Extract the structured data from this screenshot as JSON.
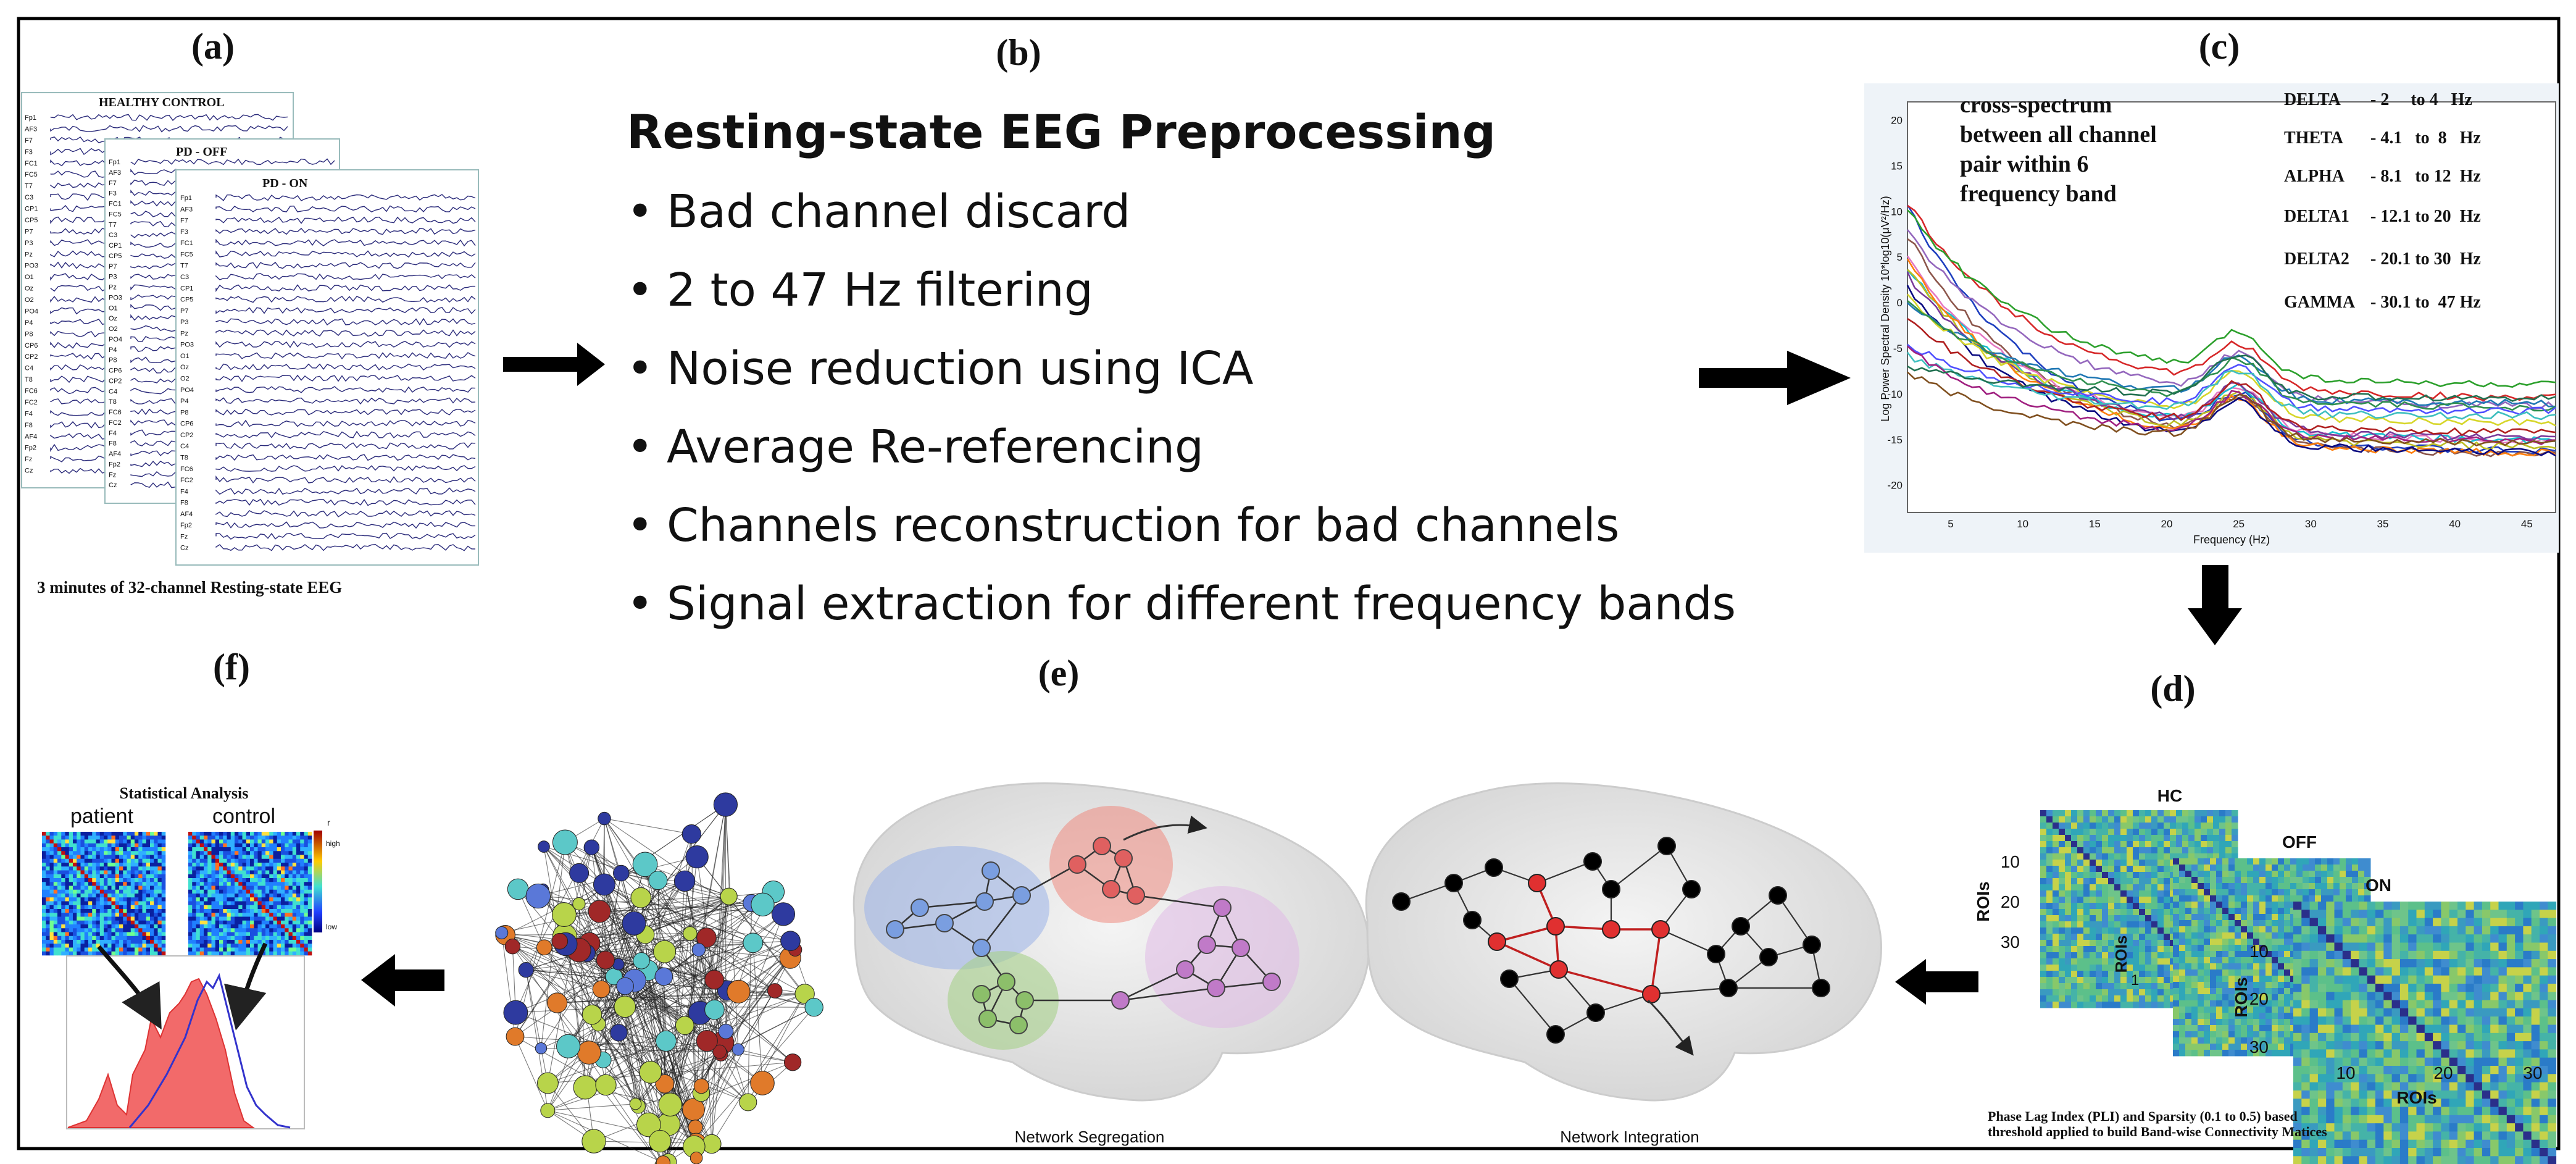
{
  "panel_labels": {
    "a": "(a)",
    "b": "(b)",
    "c": "(c)",
    "d": "(d)",
    "e": "(e)",
    "f": "(f)"
  },
  "panel_a": {
    "titles": [
      "HEALTHY CONTROL",
      "PD - OFF",
      "PD - ON"
    ],
    "channels": [
      "Fp1",
      "AF3",
      "F7",
      "F3",
      "FC1",
      "FC5",
      "T7",
      "C3",
      "CP1",
      "CP5",
      "P7",
      "P3",
      "Pz",
      "PO3",
      "O1",
      "Oz",
      "O2",
      "PO4",
      "P4",
      "P8",
      "CP6",
      "CP2",
      "C4",
      "T8",
      "FC6",
      "FC2",
      "F4",
      "F8",
      "AF4",
      "Fp2",
      "Fz",
      "Cz"
    ],
    "caption": "3 minutes of 32-channel Resting-state EEG"
  },
  "panel_b": {
    "title": "Resting-state EEG Preprocessing",
    "bullets": [
      "Bad channel discard",
      "2 to 47 Hz filtering",
      "Noise reduction using ICA",
      "Average Re-referencing",
      "Channels reconstruction for bad channels",
      "Signal extraction for different frequency bands"
    ]
  },
  "panel_c": {
    "annotation": [
      "cross-spectrum",
      "between all channel",
      "pair within 6",
      "frequency band"
    ],
    "bands": [
      {
        "name": "DELTA",
        "range": "- 2     to 4   Hz"
      },
      {
        "name": "THETA",
        "range": "- 4.1   to  8   Hz"
      },
      {
        "name": "ALPHA",
        "range": "- 8.1   to 12  Hz"
      },
      {
        "name": "DELTA1",
        "range": "- 12.1 to 20  Hz"
      },
      {
        "name": "DELTA2",
        "range": "- 20.1 to 30  Hz"
      },
      {
        "name": "GAMMA",
        "range": "- 30.1 to  47 Hz"
      }
    ],
    "ylabel": "Log Power Spectral Density 10*log10(μV²/Hz)",
    "xlabel": "Frequency (Hz)",
    "yticks": [
      "20",
      "15",
      "10",
      "5",
      "0",
      "-5",
      "-10",
      "-15",
      "-20"
    ],
    "xticks": [
      "5",
      "10",
      "15",
      "20",
      "25",
      "30",
      "35",
      "40",
      "45"
    ]
  },
  "panel_d": {
    "titles": [
      "HC",
      "OFF",
      "ON"
    ],
    "axis_label": "ROIs",
    "ticks_y": [
      "10",
      "20",
      "30"
    ],
    "ticks_x": [
      "10",
      "20",
      "30"
    ],
    "back_tick": "1",
    "caption": [
      "Phase Lag Index (PLI)  and Sparsity (0.1 to 0.5) based",
      "threshold applied to build Band-wise Connectivity Matices"
    ]
  },
  "panel_e": {
    "captions": [
      "Network Segregation",
      "Network Integration"
    ]
  },
  "panel_f": {
    "title": "Statistical Analysis",
    "group_labels": [
      "patient",
      "control"
    ],
    "colorbar_labels": [
      "r",
      "high",
      "low"
    ]
  },
  "colors": {
    "eeg_trace": "#2a2a7a",
    "brain_blue": "#7a9ee0",
    "brain_red": "#e06060",
    "brain_green": "#8cbf6a",
    "brain_purple": "#c07ac8",
    "hist_patient": "#f06060",
    "hist_control": "#3333cc"
  }
}
